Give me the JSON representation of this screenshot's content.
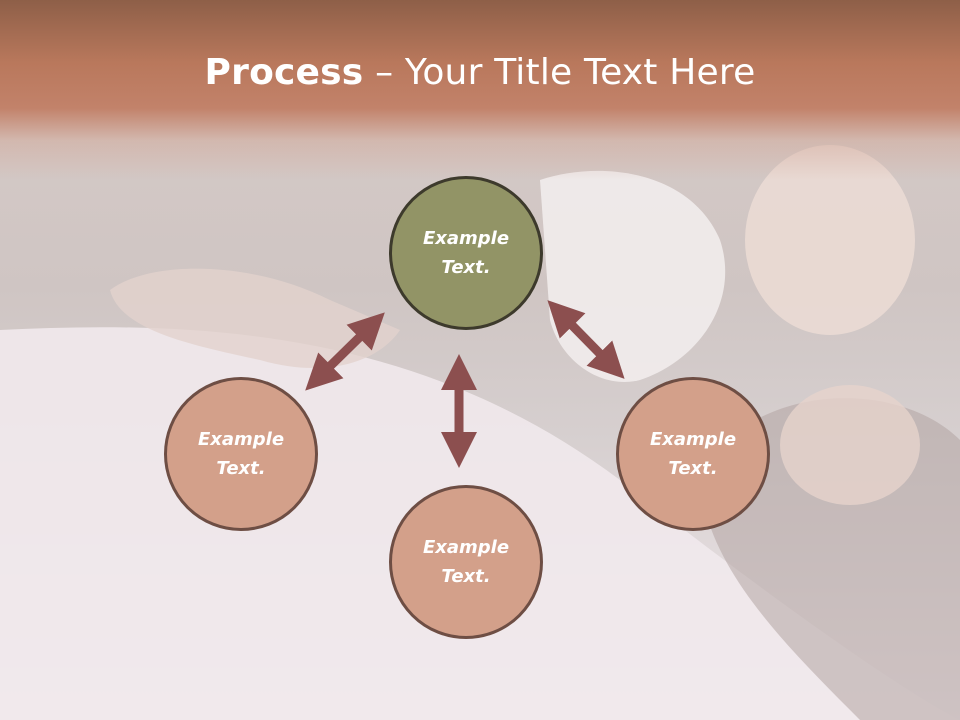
{
  "slide": {
    "title_bold": "Process",
    "title_rest": " – Your Title Text Here",
    "nodes": [
      {
        "label": "Example Text."
      },
      {
        "label": "Example Text."
      },
      {
        "label": "Example Text."
      },
      {
        "label": "Example Text."
      }
    ]
  },
  "colors": {
    "title_band": "#b9785c",
    "center_circle": "#929466",
    "outer_circle": "#d3a08a",
    "circle_border": "#6e4e44",
    "arrow": "#8c4f4f"
  }
}
